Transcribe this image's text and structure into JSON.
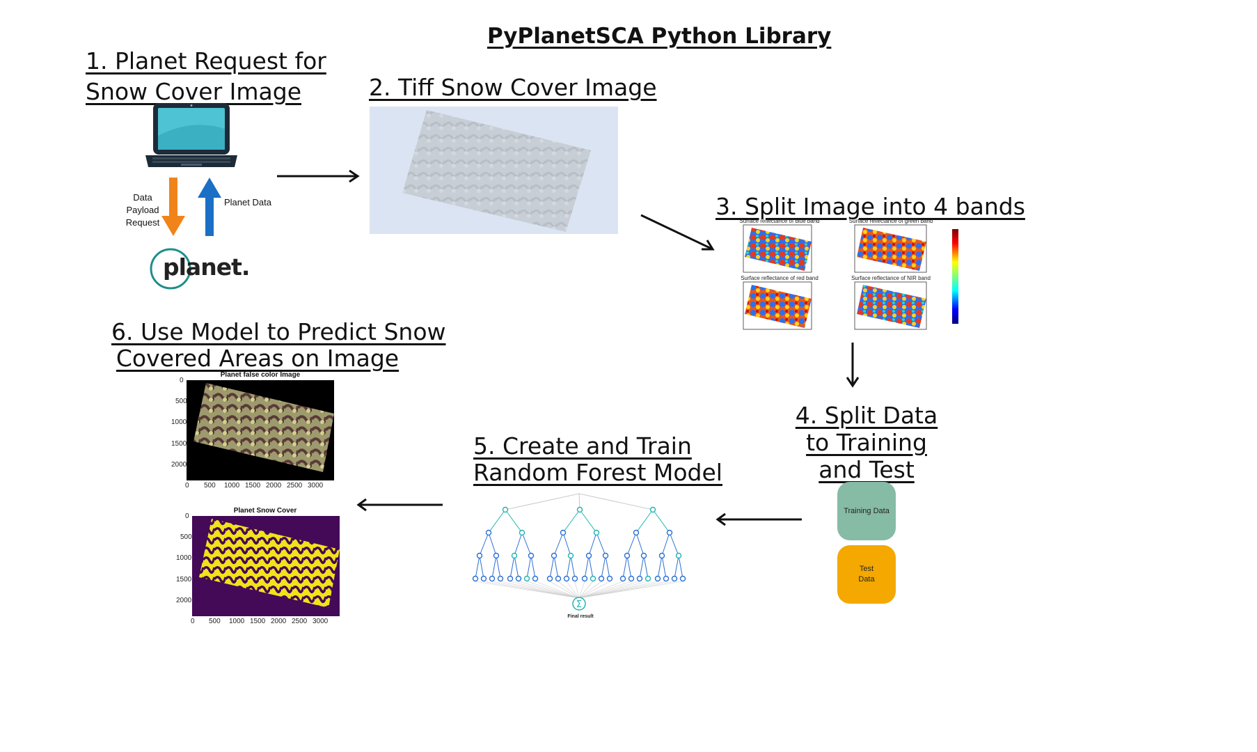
{
  "title": "PyPlanetSCA Python Library",
  "steps": {
    "s1": {
      "line1": "1. Planet Request for",
      "line2": "Snow Cover Image"
    },
    "s2": {
      "line1": "2. Tiff Snow Cover Image"
    },
    "s3": {
      "line1": "3. Split Image into 4 bands"
    },
    "s4": {
      "line1": "4. Split Data",
      "line2": "to Training",
      "line3": "and Test"
    },
    "s5": {
      "line1": "5. Create and Train",
      "line2": "Random Forest Model"
    },
    "s6": {
      "line1": "6. Use Model to Predict Snow",
      "line2": "Covered Areas on Image"
    }
  },
  "request": {
    "down_label": [
      "Data",
      "Payload",
      "Request"
    ],
    "up_label": "Planet Data",
    "logo_text": "planet."
  },
  "bands": {
    "titles": [
      "Surface reflectance of blue band",
      "Surface reflectance of green band",
      "Surface reflectance of red band",
      "Surface reflectance of NIR band"
    ]
  },
  "split": {
    "training": "Training Data",
    "test": [
      "Test",
      "Data"
    ]
  },
  "forest": {
    "final_label": "Final result",
    "sigma": "Σ"
  },
  "plots": {
    "false_color": {
      "title": "Planet false color Image",
      "yticks": [
        "0",
        "500",
        "1000",
        "1500",
        "2000"
      ],
      "xticks": [
        "0",
        "500",
        "1000",
        "1500",
        "2000",
        "2500",
        "3000"
      ]
    },
    "snow_cover": {
      "title": "Planet Snow Cover",
      "yticks": [
        "0",
        "500",
        "1000",
        "1500",
        "2000"
      ],
      "xticks": [
        "0",
        "500",
        "1000",
        "1500",
        "2000",
        "2500",
        "3000"
      ]
    }
  },
  "colors": {
    "orange": "#f0841a",
    "blue": "#1b6fc4",
    "training_box": "#86bba6",
    "test_box": "#f4a800",
    "tiff_bg": "#dbe4f2",
    "snow_purple": "#440a57",
    "snow_yellow": "#f2e21a",
    "tree_line": "#2a6fd6",
    "tree_teal": "#21b5b0"
  }
}
